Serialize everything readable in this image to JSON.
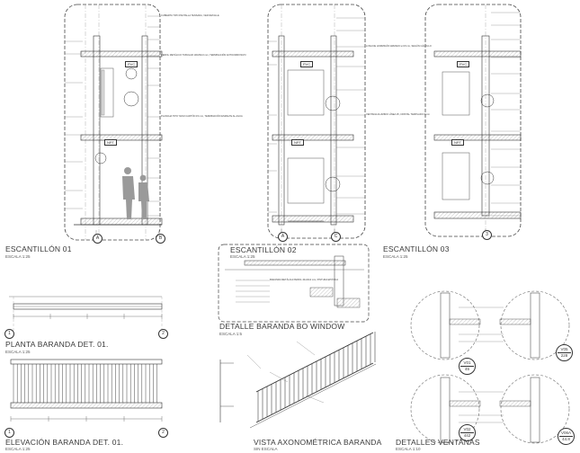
{
  "titles": {
    "escantillon_01": "ESCANTILLÓN 01",
    "escantillon_02": "ESCANTILLÓN 02",
    "escantillon_03": "ESCANTILLÓN 03",
    "detalle_baranda": "DETALLE BARANDA BO WINDOW",
    "planta_baranda": "PLANTA BARANDA DET. 01.",
    "elevacion_baranda": "ELEVACIÓN BARANDA DET. 01.",
    "vista_axonometrica": "VISTA AXONOMÉTRICA BARANDA",
    "detalles_ventanas": "DETALLES VENTANAS"
  },
  "scales": {
    "escantillon_01": "ESCALA 1:25",
    "escantillon_02": "ESCALA 1:25",
    "escantillon_03": "ESCALA 1:25",
    "detalle_baranda": "ESCALA 1:5",
    "planta_baranda": "ESCALA 1:25",
    "elevacion_baranda": "ESCALA 1:25",
    "vista_axonometrica": "SIN ESCALA",
    "detalles_ventanas": "ESCALA 1:10"
  },
  "grid_markers": {
    "a1": "A",
    "b1": "B",
    "a2": "A",
    "c2": "C",
    "n3": "3",
    "p1a": "1",
    "p1b": "2",
    "e1a": "1",
    "e1b": "2"
  },
  "level_tags": {
    "nivel_1": "NPT",
    "nivel_2": "NPT",
    "nivel_3": "NPT",
    "pvc1": "PVC",
    "pvc2": "PVC",
    "pvc3": "PVC"
  },
  "section_tags": {
    "v01": {
      "top": "V01",
      "bottom": "45"
    },
    "v02": {
      "top": "V02",
      "bottom": "442"
    },
    "v05": {
      "top": "V05",
      "bottom": "228"
    },
    "v06": {
      "top": "V06A",
      "bottom": "44.8"
    }
  },
  "notes": {
    "n1": "CUBIERTA TIPO PANTALLA TENSADA, VER DETALLE",
    "n2": "PERFIL METÁLICO TUBULAR 100x50x3 mm, TERMINACIÓN ANTICORROSIVO",
    "n3": "PLANCHA TIPO YESO CARTÓN 15 mm, TERMINACIÓN ESMALTE AL AGUA",
    "n4": "LOSA DE HORMIGÓN ARMADO e=15 cm, SEGÚN CÁLCULO",
    "n5": "VENTANA ALUMINIO LÍNEA 25, CRISTAL TEMPLADO 6 mm",
    "n6": "BARANDA METÁLICA PERFIL 40x40x2 mm, PINTURA EPÓXICA"
  }
}
